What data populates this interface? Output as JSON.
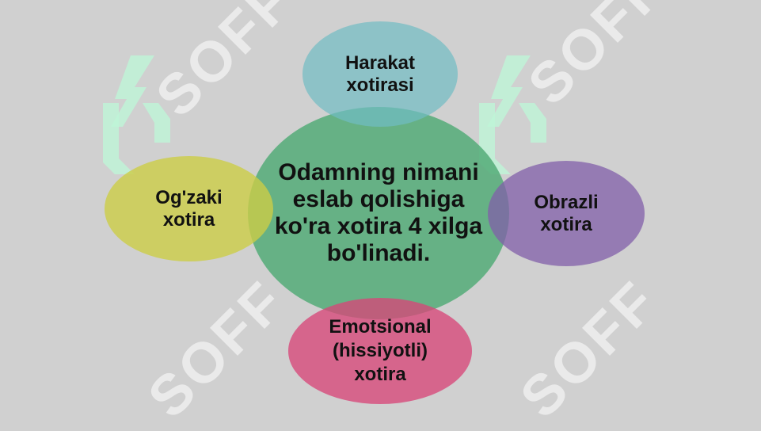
{
  "diagram": {
    "center_text": "Odamning nimani eslab qolishiga ko'ra xotira 4 xilga bo'linadi.",
    "nodes": {
      "top": "Harakat xotirasi",
      "right": "Obrazli xotira",
      "bottom": "Emotsional (hissiyotli) xotira",
      "left": "Og'zaki xotira"
    }
  },
  "colors": {
    "background": "#d0d0d0",
    "center": "#54ab78",
    "top": "#70bcc3",
    "right": "#825faa",
    "bottom": "#d74678",
    "left": "#cccd46"
  },
  "watermark": {
    "text": "SOFF",
    "icon": "soff-logo-icon"
  }
}
